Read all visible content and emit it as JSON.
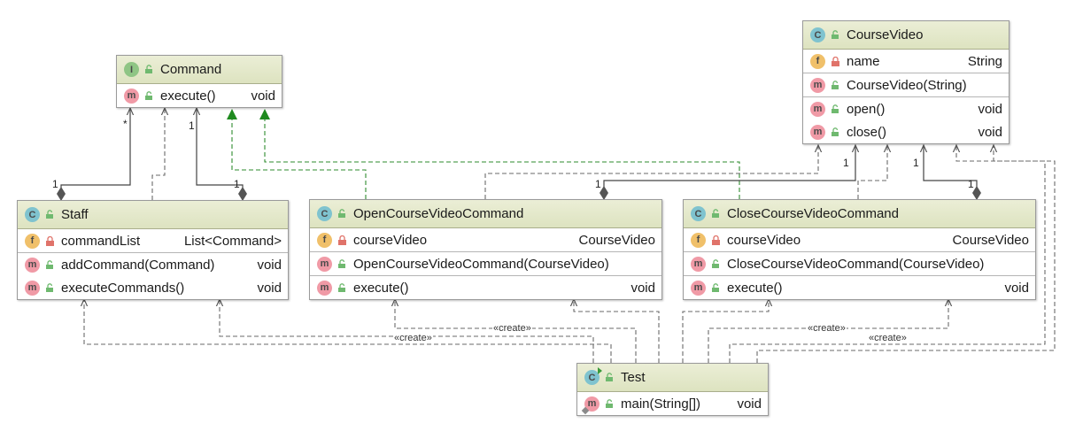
{
  "classes": {
    "command": {
      "kind": "I",
      "name": "Command",
      "fields": [],
      "methods": [
        {
          "name": "execute()",
          "type": "void"
        }
      ]
    },
    "staff": {
      "kind": "C",
      "name": "Staff",
      "fields": [
        {
          "name": "commandList",
          "type": "List<Command>"
        }
      ],
      "methods": [
        {
          "name": "addCommand(Command)",
          "type": "void"
        },
        {
          "name": "executeCommands()",
          "type": "void"
        }
      ]
    },
    "open_cmd": {
      "kind": "C",
      "name": "OpenCourseVideoCommand",
      "fields": [
        {
          "name": "courseVideo",
          "type": "CourseVideo"
        }
      ],
      "methods": [
        {
          "name": "OpenCourseVideoCommand(CourseVideo)",
          "type": ""
        },
        {
          "name": "execute()",
          "type": "void"
        }
      ]
    },
    "close_cmd": {
      "kind": "C",
      "name": "CloseCourseVideoCommand",
      "fields": [
        {
          "name": "courseVideo",
          "type": "CourseVideo"
        }
      ],
      "methods": [
        {
          "name": "CloseCourseVideoCommand(CourseVideo)",
          "type": ""
        },
        {
          "name": "execute()",
          "type": "void"
        }
      ]
    },
    "course_video": {
      "kind": "C",
      "name": "CourseVideo",
      "fields": [
        {
          "name": "name",
          "type": "String"
        }
      ],
      "methods": [
        {
          "name": "CourseVideo(String)",
          "type": ""
        },
        {
          "name": "open()",
          "type": "void"
        },
        {
          "name": "close()",
          "type": "void"
        }
      ]
    },
    "test": {
      "kind": "C",
      "name": "Test",
      "fields": [],
      "methods": [
        {
          "name": "main(String[])",
          "type": "void"
        }
      ]
    }
  },
  "relations": {
    "create_label": "«create»",
    "mult_many": "*",
    "mult_one": "1"
  },
  "colors": {
    "dependency": "#6a6a6a",
    "realization": "#2e8b2e",
    "association": "#444444",
    "header": "#e3e8c9"
  }
}
